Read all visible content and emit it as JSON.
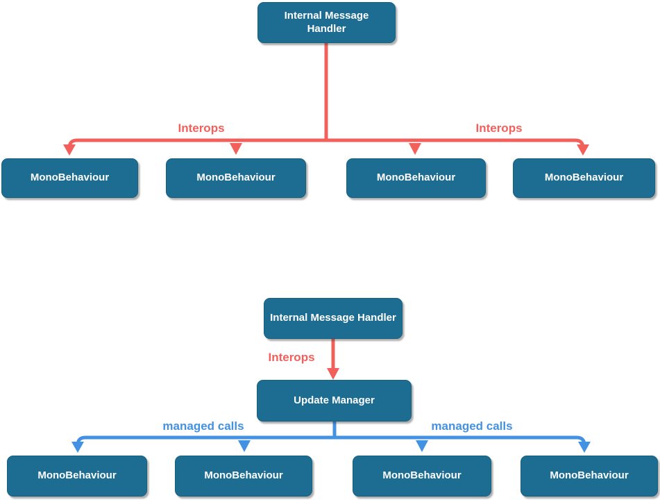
{
  "colors": {
    "node_fill": "#1d6c92",
    "node_border": "#16607f",
    "node_text": "#ffffff",
    "interops_red": "#f2605c",
    "managed_blue": "#4291e3",
    "background": "#ffffff"
  },
  "top_flow": {
    "root": "Internal Message Handler",
    "edge_labels": {
      "left": "Interops",
      "right": "Interops"
    },
    "children": [
      "MonoBehaviour",
      "MonoBehaviour",
      "MonoBehaviour",
      "MonoBehaviour"
    ]
  },
  "bottom_flow": {
    "root": "Internal Message Handler",
    "root_edge_label": "Interops",
    "manager": "Update Manager",
    "edge_labels": {
      "left": "managed calls",
      "right": "managed calls"
    },
    "children": [
      "MonoBehaviour",
      "MonoBehaviour",
      "MonoBehaviour",
      "MonoBehaviour"
    ]
  }
}
